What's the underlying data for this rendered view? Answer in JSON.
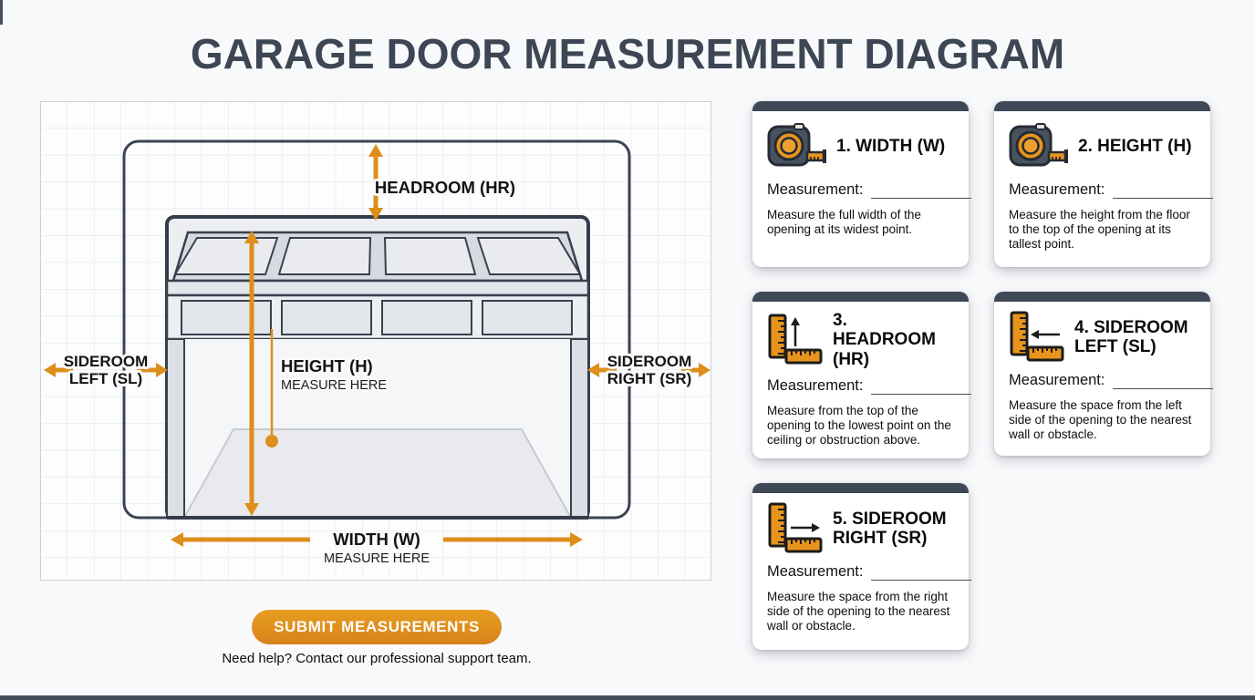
{
  "page": {
    "title": "GARAGE DOOR MEASUREMENT DIAGRAM",
    "submit_label": "SUBMIT MEASUREMENTS",
    "help_text": "Need help? Contact our professional support team."
  },
  "colors": {
    "accent_orange": "#DE8E1B",
    "dark_slate": "#3E4856",
    "grid_line": "#DDE1E7"
  },
  "diagram": {
    "headroom_label": "HEADROOM (HR)",
    "height_label": "HEIGHT (H)",
    "height_sub": "MEASURE HERE",
    "width_label": "WIDTH (W)",
    "width_sub": "MEASURE HERE",
    "sideroom_left_line1": "SIDEROOM",
    "sideroom_left_line2": "LEFT (SL)",
    "sideroom_right_line1": "SIDEROOM",
    "sideroom_right_line2": "RIGHT (SR)"
  },
  "cards": [
    {
      "title": "1. WIDTH (W)",
      "icon": "tape-measure-icon",
      "measurement_label": "Measurement:",
      "description": "Measure the full width of the opening at its widest point."
    },
    {
      "title": "2. HEIGHT (H)",
      "icon": "tape-measure-icon",
      "measurement_label": "Measurement:",
      "description": "Measure the height from the floor to the top of the opening at its tallest point."
    },
    {
      "title": "3. HEADROOM (HR)",
      "icon": "ruler-up-icon",
      "measurement_label": "Measurement:",
      "description": "Measure from the top of the opening to the lowest point on the ceiling or obstruction above."
    },
    {
      "title": "4. SIDEROOM LEFT (SL)",
      "icon": "ruler-left-icon",
      "measurement_label": "Measurement:",
      "description": "Measure the space from the left side of the opening to the nearest wall or obstacle."
    },
    {
      "title": "5. SIDEROOM RIGHT (SR)",
      "icon": "ruler-right-icon",
      "measurement_label": "Measurement:",
      "description": "Measure the space from the right side of the opening to the nearest wall or obstacle."
    }
  ]
}
